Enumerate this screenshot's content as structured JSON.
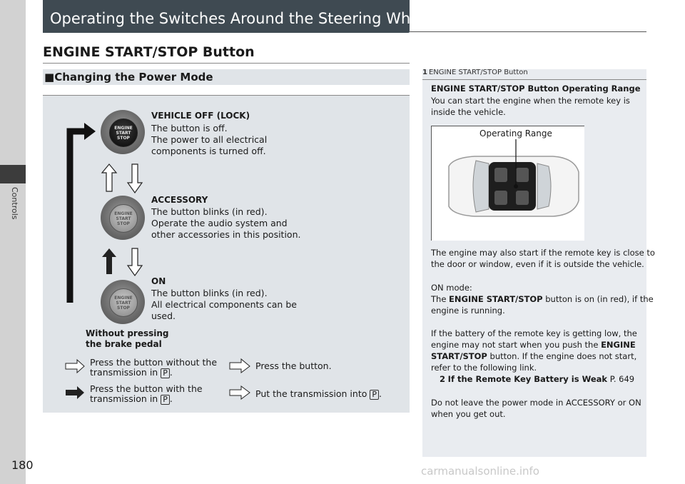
{
  "sidebar": {
    "label": "Controls"
  },
  "header": {
    "title": "Operating the Switches Around the Steering Wheel"
  },
  "section": {
    "title": "ENGINE START/STOP Button",
    "subsection": "Changing the Power Mode",
    "subsection_marker": "■"
  },
  "button_label": {
    "line1": "ENGINE",
    "line2": "START",
    "line3": "STOP"
  },
  "modes": [
    {
      "title": "VEHICLE OFF (LOCK)",
      "line1": "The button is off.",
      "line2": "The power to all electrical",
      "line3": "components is turned off."
    },
    {
      "title": "ACCESSORY",
      "line1": "The button blinks (in red).",
      "line2": "Operate the audio system and",
      "line3": "other accessories in this position."
    },
    {
      "title": "ON",
      "line1": "The button blinks (in red).",
      "line2": "All electrical components can be",
      "line3": "used."
    }
  ],
  "without_pressing": {
    "line1": "Without pressing",
    "line2": "the brake pedal"
  },
  "legend": {
    "item1": {
      "line1": "Press the button without the",
      "line2": "transmission in"
    },
    "item2": "Press the button.",
    "item3": {
      "line1": "Press the button with the",
      "line2": "transmission in"
    },
    "item4": "Put the transmission into",
    "gear": "P",
    "period": "."
  },
  "note": {
    "ref_icon": "1",
    "ref": "ENGINE START/STOP Button",
    "heading": "ENGINE START/STOP Button Operating Range",
    "p1": [
      "You can start the engine when the remote key is",
      "inside the vehicle."
    ],
    "range_label": "Operating Range",
    "p2": [
      "The engine may also start if the remote key is close to",
      "the door or window, even if it is outside the vehicle."
    ],
    "p3a": "ON mode:",
    "p3b_pre": "The",
    "p3b_bold": "ENGINE START/STOP",
    "p3b_post": "button is on (in red), if the",
    "p3c": "engine is running.",
    "p4": {
      "l1": "If the battery of the remote key is getting low, the",
      "l2_pre": "engine may not start when you push the",
      "l2_bold": "ENGINE",
      "l3_bold": "START/STOP",
      "l3_post": "button. If the engine does not start,",
      "l4": "refer to the following link."
    },
    "link": {
      "icon": "2",
      "title": "If the Remote Key Battery is Weak",
      "page": "P. 649"
    },
    "p5": [
      "Do not leave the power mode in ACCESSORY or ON",
      "when you get out."
    ]
  },
  "page_number": "180",
  "watermark": "carmanualsonline.info",
  "colors": {
    "title_band": "#3f4a52",
    "diagram_bg": "#e0e4e8",
    "note_bg": "#e9ecf0",
    "side_tab": "#d2d2d2"
  }
}
